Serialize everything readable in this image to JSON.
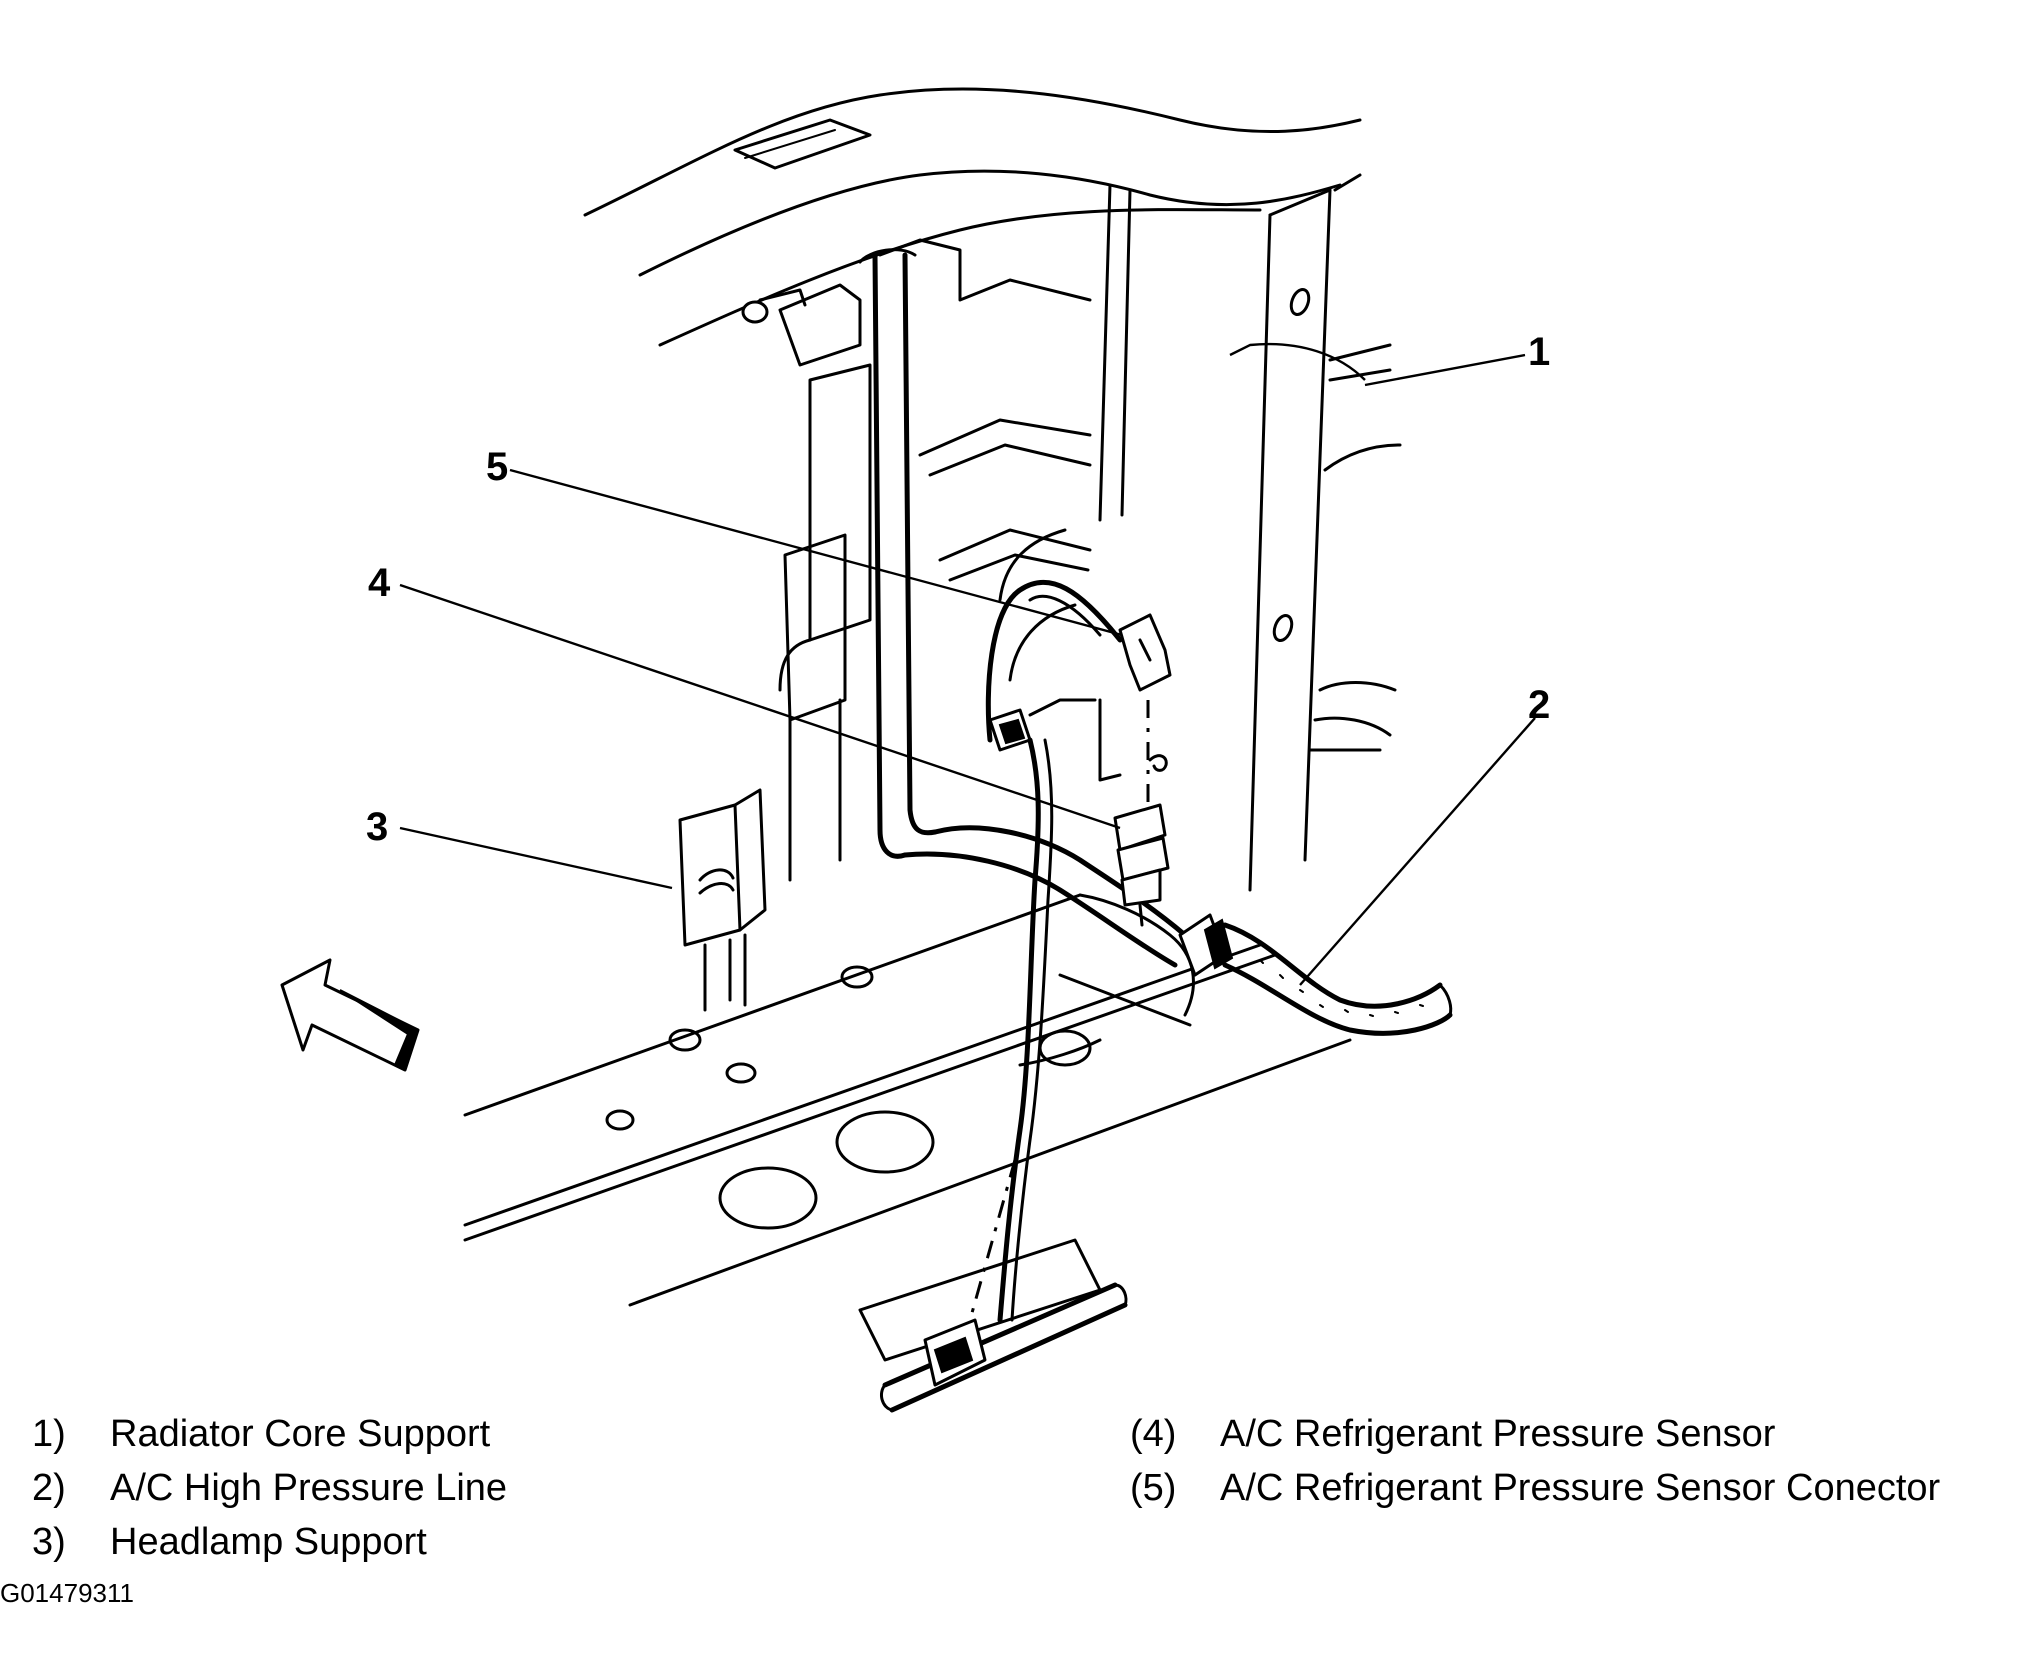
{
  "callouts": [
    {
      "id": 1,
      "label": "1"
    },
    {
      "id": 2,
      "label": "2"
    },
    {
      "id": 3,
      "label": "3"
    },
    {
      "id": 4,
      "label": "4"
    },
    {
      "id": 5,
      "label": "5"
    }
  ],
  "legend": [
    {
      "num": "1)",
      "text": "Radiator Core Support"
    },
    {
      "num": "2)",
      "text": "A/C High Pressure Line"
    },
    {
      "num": "3)",
      "text": "Headlamp Support"
    },
    {
      "num": "(4)",
      "text": "A/C Refrigerant Pressure Sensor"
    },
    {
      "num": "(5)",
      "text": "A/C Refrigerant Pressure Sensor Conector"
    }
  ],
  "figure_id": "G01479311"
}
